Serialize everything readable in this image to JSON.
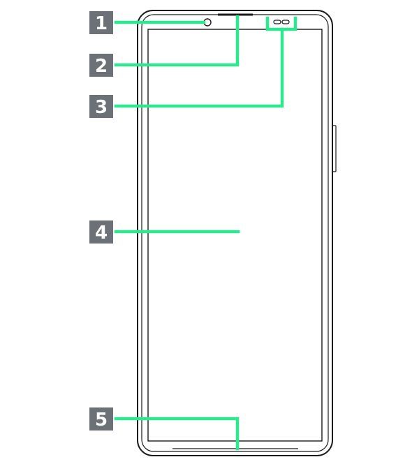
{
  "colors": {
    "callout_line": "#2ee88f",
    "badge_background": "#6b7176",
    "badge_text": "#ffffff",
    "device_outline": "#1a1a1a",
    "background": "#ffffff"
  },
  "callouts": [
    {
      "number": "1",
      "points_to": "front-camera"
    },
    {
      "number": "2",
      "points_to": "earpiece-top-slot"
    },
    {
      "number": "3",
      "points_to": "top-right-sensor"
    },
    {
      "number": "4",
      "points_to": "display"
    },
    {
      "number": "5",
      "points_to": "bottom-edge-slot"
    }
  ]
}
